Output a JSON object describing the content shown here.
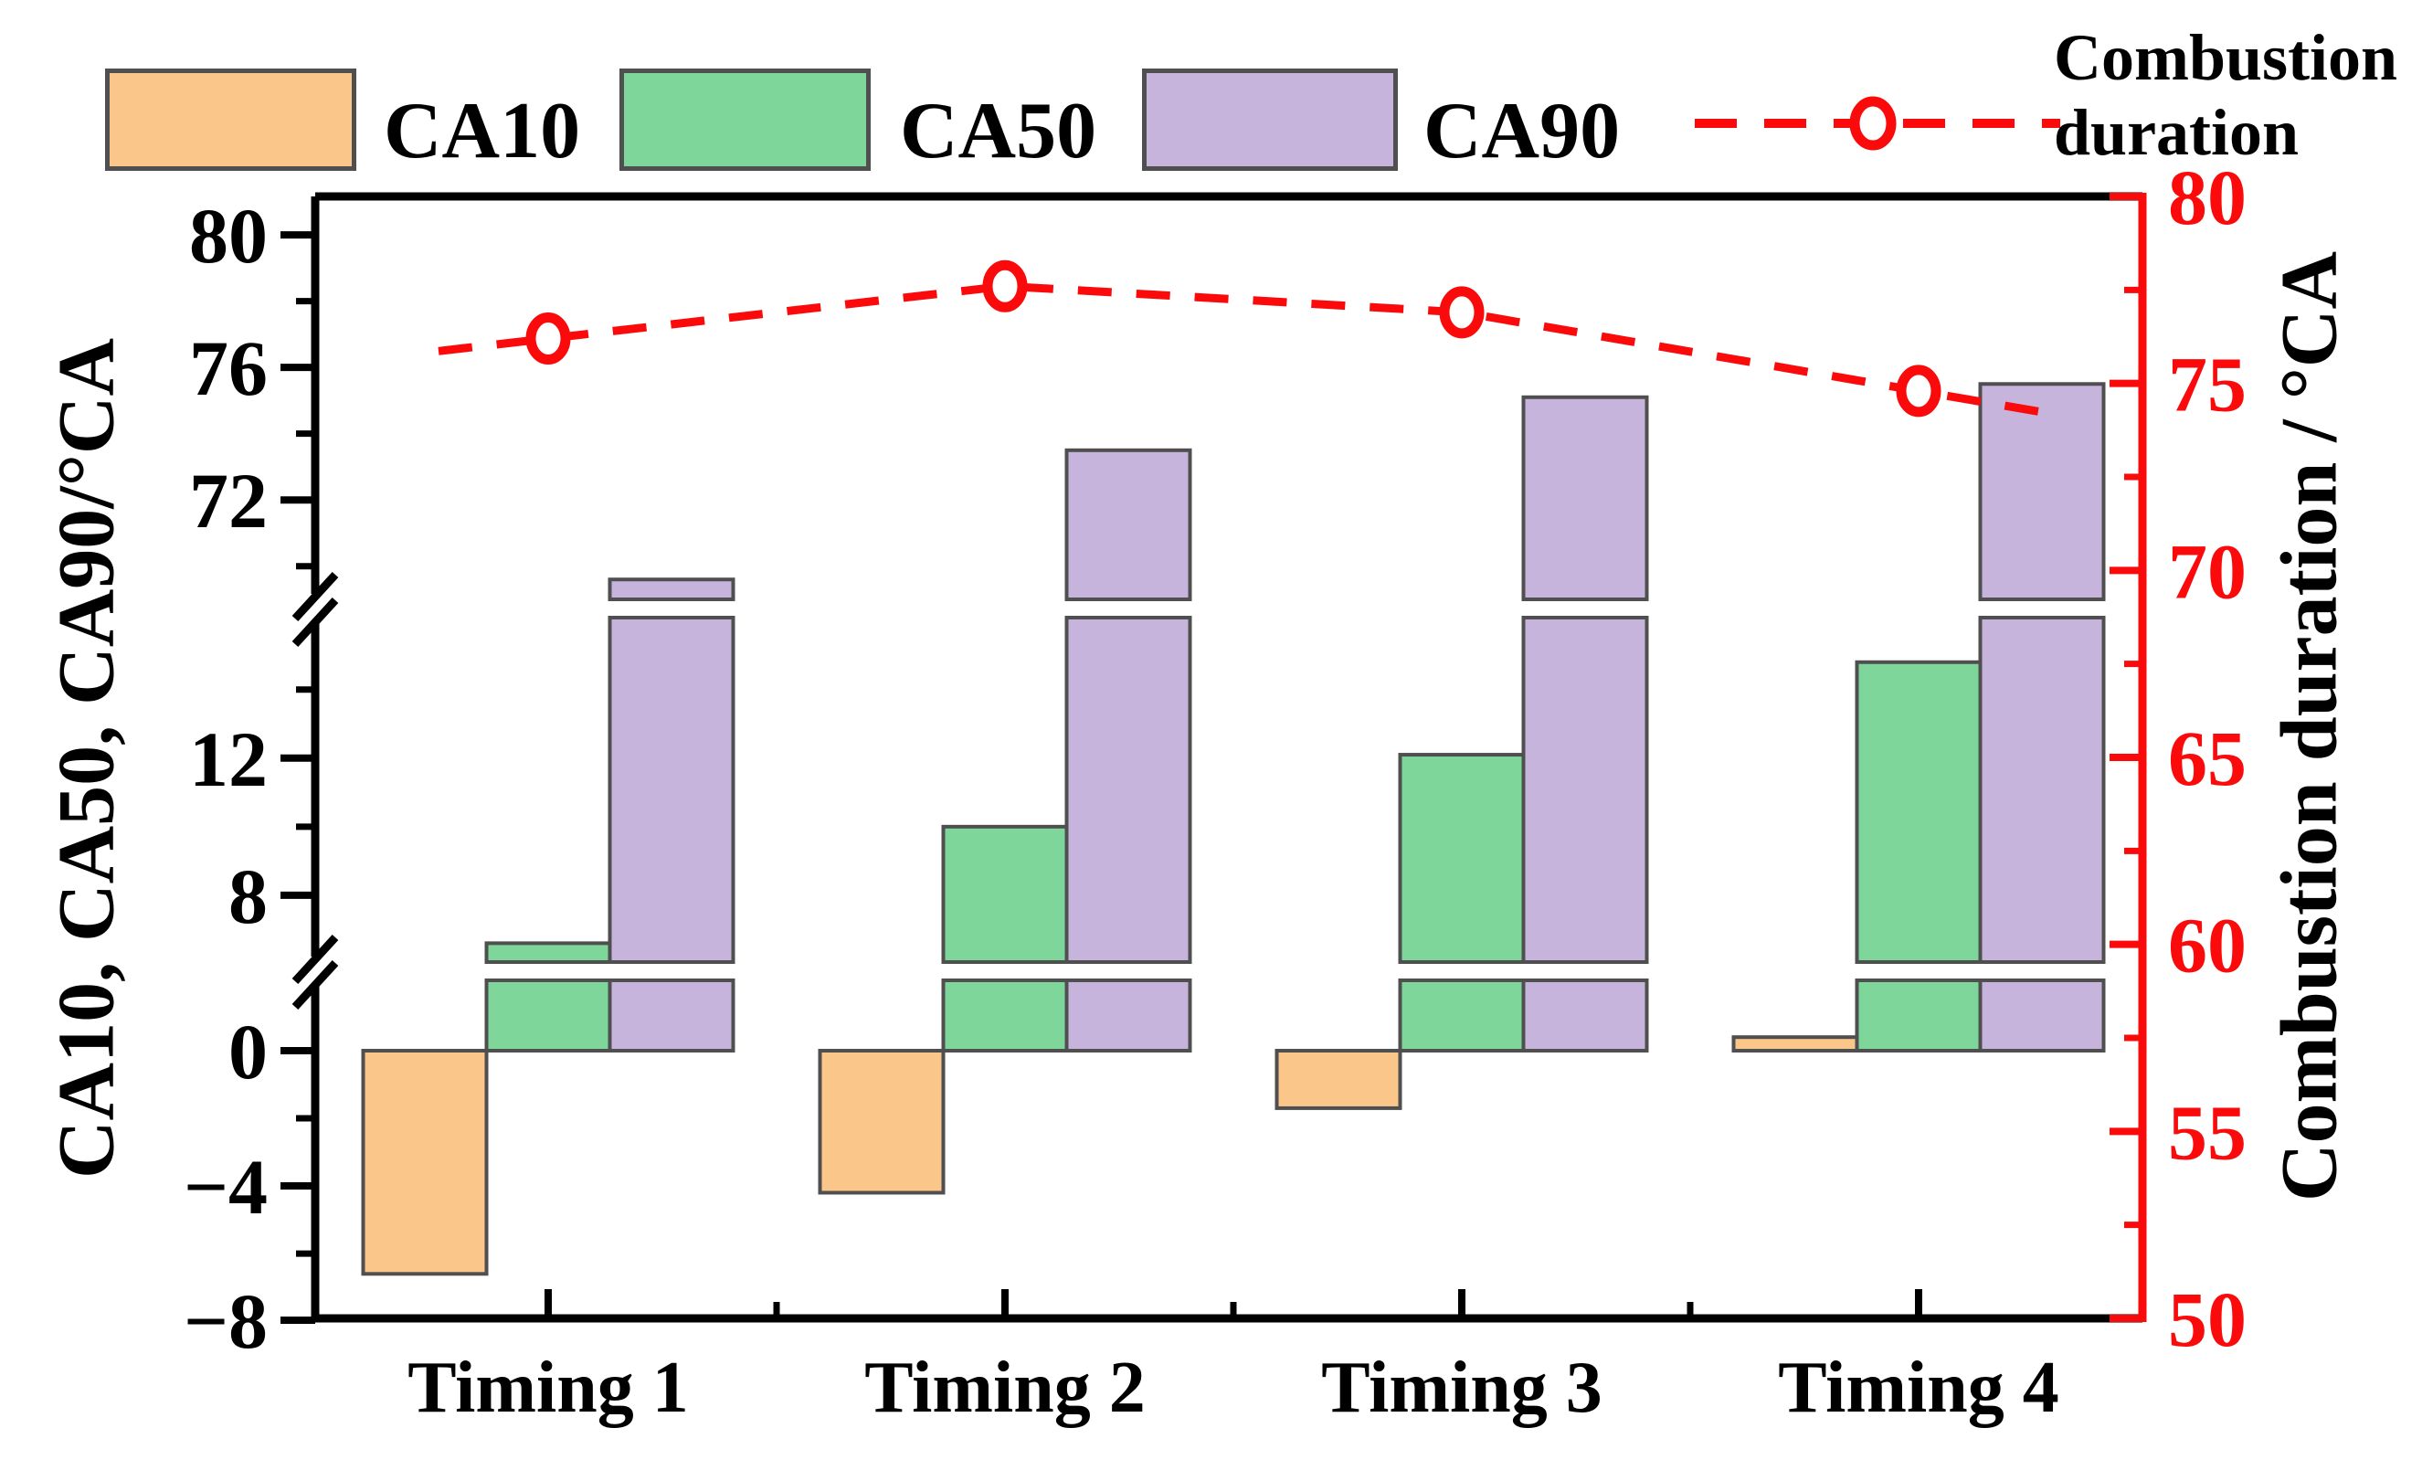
{
  "legend": {
    "items": [
      {
        "label": "CA10",
        "color": "#FAC689"
      },
      {
        "label": "CA50",
        "color": "#7ED69B"
      },
      {
        "label": "CA90",
        "color": "#C7B4DC"
      }
    ],
    "line_item": {
      "label_line1": "Combustion",
      "label_line2": "duration",
      "color": "#FA0A0A"
    }
  },
  "chart_data": {
    "type": "bar",
    "title": "",
    "categories": [
      "Timing 1",
      "Timing 2",
      "Timing 3",
      "Timing 4"
    ],
    "series": [
      {
        "name": "CA10",
        "type": "bar",
        "axis": "left",
        "color": "#FAC689",
        "values": [
          -6.6,
          -4.2,
          -1.7,
          0.4
        ]
      },
      {
        "name": "CA50",
        "type": "bar",
        "axis": "left",
        "color": "#7ED69B",
        "values": [
          6.6,
          10.0,
          12.1,
          14.8
        ]
      },
      {
        "name": "CA90",
        "type": "bar",
        "axis": "left",
        "color": "#C7B4DC",
        "values": [
          69.6,
          73.5,
          75.1,
          75.5
        ]
      },
      {
        "name": "Combustion duration",
        "type": "line",
        "axis": "right",
        "color": "#FA0A0A",
        "line_style": "dashed",
        "marker": "open-circle",
        "values": [
          76.2,
          77.6,
          76.9,
          74.8
        ]
      }
    ],
    "left_axis": {
      "title": "CA10, CA50, CA90/°CA",
      "major_ticks": [
        {
          "v": 80,
          "label": "80"
        },
        {
          "v": 76,
          "label": "76"
        },
        {
          "v": 72,
          "label": "72"
        },
        {
          "v": 12,
          "label": "12"
        },
        {
          "v": 8,
          "label": "8"
        },
        {
          "v": 0,
          "label": "0"
        },
        {
          "v": -4,
          "label": "−4"
        },
        {
          "v": -8,
          "label": "−8"
        }
      ],
      "minor_ticks": [
        78,
        74,
        70,
        14,
        10,
        -2,
        -6
      ],
      "breaks": [
        {
          "from": 16,
          "to": 69
        },
        {
          "from": 2,
          "to": 6
        }
      ]
    },
    "right_axis": {
      "title": "Combustion duration / °CA",
      "color": "#FA0A0A",
      "range": [
        50,
        80
      ],
      "major_ticks": [
        {
          "v": 80,
          "label": "80"
        },
        {
          "v": 75,
          "label": "75"
        },
        {
          "v": 70,
          "label": "70"
        },
        {
          "v": 65,
          "label": "65"
        },
        {
          "v": 60,
          "label": "60"
        },
        {
          "v": 55,
          "label": "55"
        },
        {
          "v": 50,
          "label": "50"
        }
      ],
      "minor_ticks": [
        77.5,
        72.5,
        67.5,
        62.5,
        57.5,
        52.5
      ]
    },
    "x_axis": {
      "labels": [
        "Timing 1",
        "Timing 2",
        "Timing 3",
        "Timing 4"
      ]
    },
    "grid": false,
    "legend_position": "top",
    "bar_border_color": "#4F4F4F"
  }
}
